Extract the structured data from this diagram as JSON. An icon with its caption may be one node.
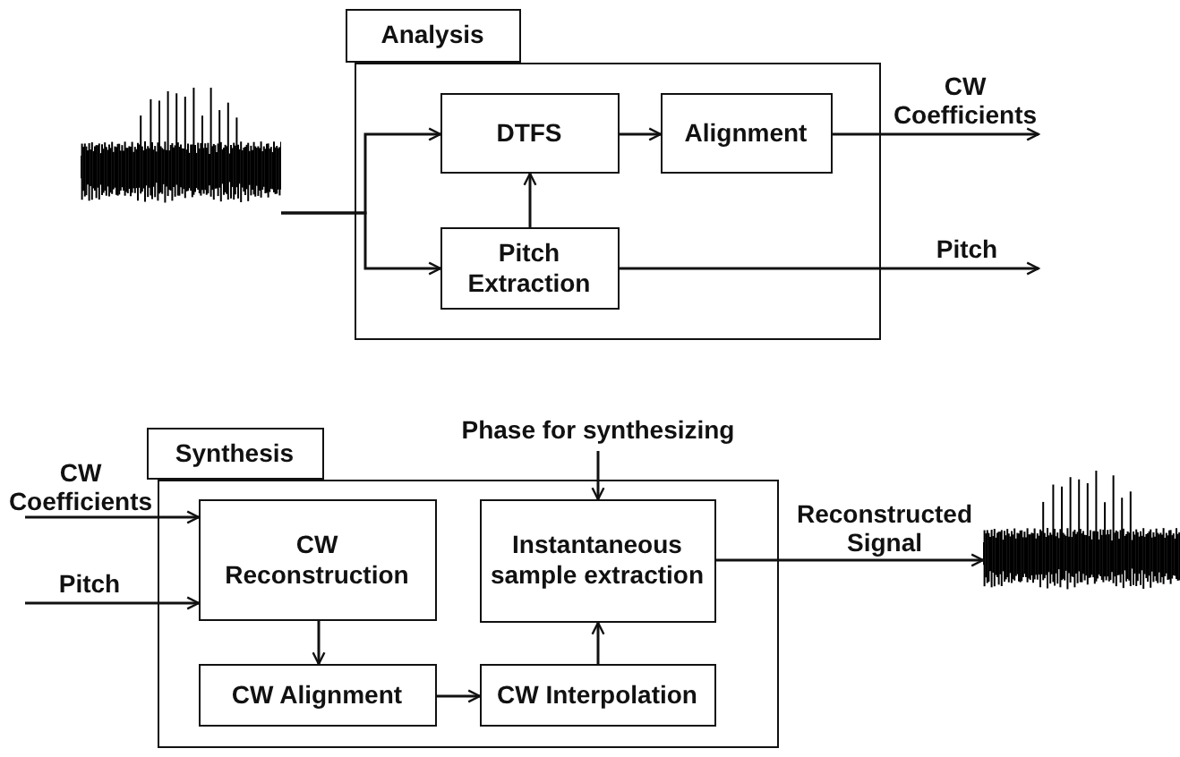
{
  "diagram": {
    "nodes": [
      {
        "text": [
          "Analysis"
        ]
      },
      {
        "text": [],
        "shape": "picture"
      },
      {
        "text": [
          "DTFS"
        ],
        "in": 0
      },
      {
        "text": [
          "Alignment"
        ],
        "in": 0
      },
      {
        "text": [
          "Pitch Extraction"
        ],
        "in": 0
      },
      {
        "text": [
          "Synthesis"
        ]
      },
      {
        "text": [
          "CW Reconstruction"
        ],
        "in": 5
      },
      {
        "text": [
          "Instantaneous sample extraction"
        ],
        "in": 5
      },
      {
        "text": [
          "CW Alignment"
        ],
        "in": 5
      },
      {
        "text": [
          "CW Interpolation"
        ],
        "in": 5
      },
      {
        "text": [],
        "shape": "picture"
      }
    ],
    "edges": [
      {
        "from": 1,
        "to": 2,
        "arrow": "to"
      },
      {
        "from": 1,
        "to": 4,
        "arrow": "to"
      },
      {
        "from": 2,
        "to": 3,
        "arrow": "to"
      },
      {
        "from": 4,
        "to": 2,
        "arrow": "to"
      },
      {
        "from": 3,
        "to": null,
        "arrow": "to",
        "label": "CW Coefficients"
      },
      {
        "from": 4,
        "to": null,
        "arrow": "to",
        "label": "Pitch"
      },
      {
        "from": null,
        "to": 6,
        "arrow": "to",
        "label": "CW Coefficients"
      },
      {
        "from": null,
        "to": 6,
        "arrow": "to",
        "label": "Pitch"
      },
      {
        "from": null,
        "to": 7,
        "arrow": "to",
        "label": "Phase for synthesizing"
      },
      {
        "from": 6,
        "to": 8,
        "arrow": "to"
      },
      {
        "from": 8,
        "to": 9,
        "arrow": "to"
      },
      {
        "from": 9,
        "to": 7,
        "arrow": "to"
      },
      {
        "from": 7,
        "to": 10,
        "arrow": "to",
        "label": "Reconstructed Signal"
      }
    ]
  }
}
